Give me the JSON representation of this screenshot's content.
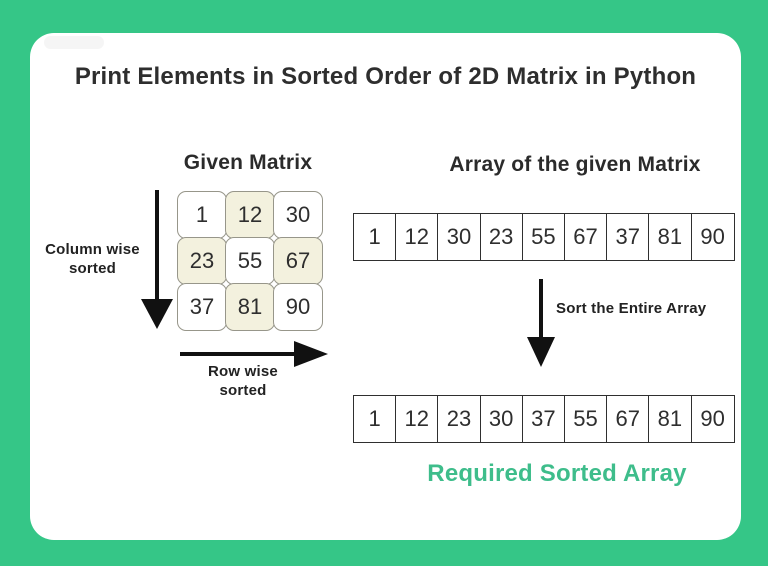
{
  "page": {
    "title": "Print Elements in Sorted Order of 2D Matrix in Python",
    "background_color": "#35c687",
    "card_color": "#ffffff",
    "highlight_cell_color": "#f3f1de",
    "accent_text_color": "#3ebd8b"
  },
  "left": {
    "heading": "Given Matrix",
    "column_label": "Column wise\nsorted",
    "row_label": "Row wise\nsorted",
    "matrix_cells": [
      {
        "v": "1",
        "hl": false
      },
      {
        "v": "12",
        "hl": true
      },
      {
        "v": "30",
        "hl": false
      },
      {
        "v": "23",
        "hl": true
      },
      {
        "v": "55",
        "hl": false
      },
      {
        "v": "67",
        "hl": true
      },
      {
        "v": "37",
        "hl": false
      },
      {
        "v": "81",
        "hl": true
      },
      {
        "v": "90",
        "hl": false
      }
    ]
  },
  "right": {
    "heading": "Array of the given Matrix",
    "sort_label": "Sort the Entire Array",
    "result_label": "Required Sorted Array",
    "top_array_cells": [
      {
        "v": "1",
        "hl": false
      },
      {
        "v": "12",
        "hl": true
      },
      {
        "v": "30",
        "hl": false
      },
      {
        "v": "23",
        "hl": true
      },
      {
        "v": "55",
        "hl": false
      },
      {
        "v": "67",
        "hl": true
      },
      {
        "v": "37",
        "hl": false
      },
      {
        "v": "81",
        "hl": true
      },
      {
        "v": "90",
        "hl": false
      }
    ],
    "bottom_array_cells": [
      {
        "v": "1",
        "hl": false
      },
      {
        "v": "12",
        "hl": true
      },
      {
        "v": "23",
        "hl": false
      },
      {
        "v": "30",
        "hl": true
      },
      {
        "v": "37",
        "hl": false
      },
      {
        "v": "55",
        "hl": true
      },
      {
        "v": "67",
        "hl": false
      },
      {
        "v": "81",
        "hl": true
      },
      {
        "v": "90",
        "hl": false
      }
    ]
  }
}
